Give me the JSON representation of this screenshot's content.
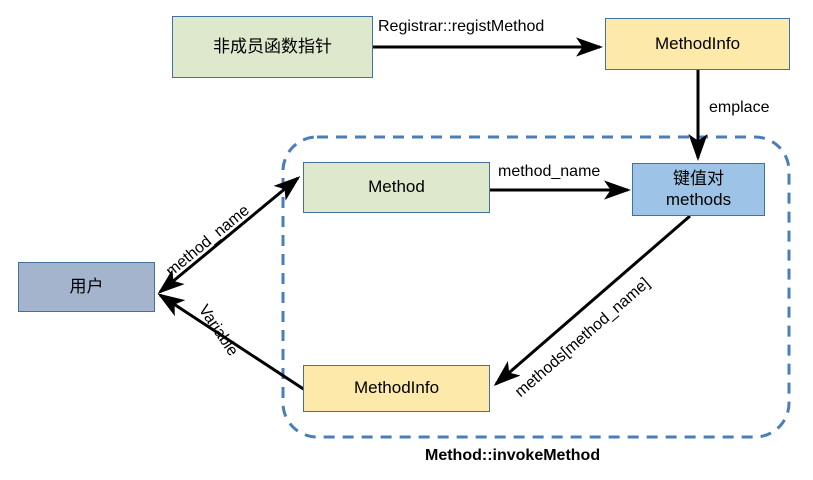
{
  "diagram": {
    "caption": "Method::invokeMethod",
    "nodes": {
      "func_ptr": {
        "label": "非成员函数指针",
        "color": "#dde8cd"
      },
      "method_info_top": {
        "label": "MethodInfo",
        "color": "#fde9a9"
      },
      "method": {
        "label": "Method",
        "color": "#dde8cd"
      },
      "methods_map": {
        "label_line1": "键值对",
        "label_line2": "methods",
        "color": "#9dc3e6"
      },
      "user": {
        "label": "用户",
        "color": "#a3b4cc"
      },
      "method_info_bottom": {
        "label": "MethodInfo",
        "color": "#fde9a9"
      }
    },
    "edges": {
      "regist_method": "Registrar::registMethod",
      "emplace": "emplace",
      "method_name_map": "method_name",
      "method_name_user": "method_name",
      "variable": "Variable",
      "methods_lookup": "methods[method_name]"
    },
    "colors": {
      "box_border": "#41719c",
      "container_dashed": "#4a7ebb",
      "arrow": "#000000"
    }
  }
}
